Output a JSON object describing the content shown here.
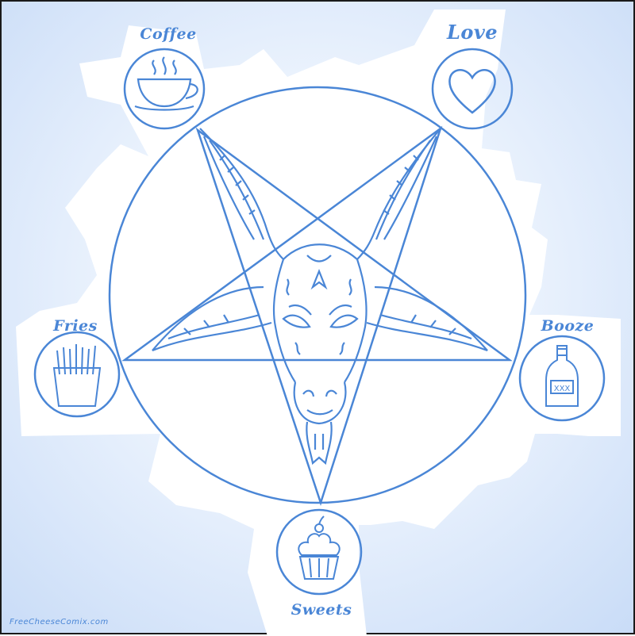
{
  "colors": {
    "ink": "#4a86d6",
    "paper": "#ffffff",
    "sky_center": "#ffffff",
    "sky_edge": "#c9dcf7",
    "frame": "#1a1a1a"
  },
  "symbols": [
    {
      "label": "Coffee",
      "icon": "coffee-cup-icon"
    },
    {
      "label": "Love",
      "icon": "heart-icon"
    },
    {
      "label": "Fries",
      "icon": "french-fries-icon"
    },
    {
      "label": "Booze",
      "icon": "liquor-bottle-icon"
    },
    {
      "label": "Sweets",
      "icon": "cupcake-icon"
    }
  ],
  "bottle_label": "XXX",
  "center_icon": "goat-head-icon",
  "watermark": "FreeCheeseComix.com"
}
